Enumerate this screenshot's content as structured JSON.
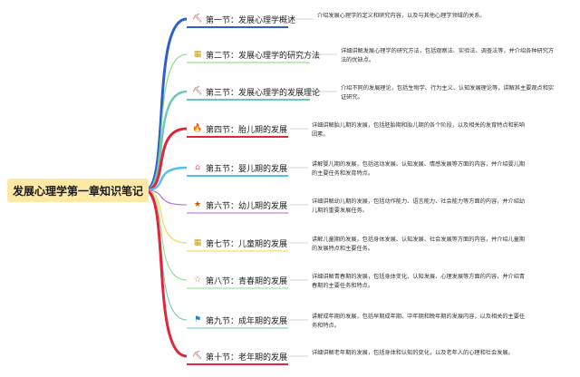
{
  "root": {
    "label": "发展心理学第一章知识笔记"
  },
  "sections": [
    {
      "label": "第一节：发展心理学概述",
      "icon": "pickaxe-icon",
      "glyph": "⛏",
      "glyph_color": "#c0392b",
      "branch_color": "#2f5fcf",
      "desc": "介绍发展心理学的定义和研究内容，以及与其他心理学领域的关系。"
    },
    {
      "label": "第二节：发展心理学的研究方法",
      "icon": "coins-icon",
      "glyph": "▦",
      "glyph_color": "#d4a017",
      "branch_color": "#7dd97d",
      "desc": "详细讲解发展心理学的研究方法，包括观察法、实验法、调查法等，并介绍各种研究方法的优缺点。"
    },
    {
      "label": "第三节：发展心理学的发展理论",
      "icon": "pickaxe-icon",
      "glyph": "⛏",
      "glyph_color": "#c0392b",
      "branch_color": "#6cc7b8",
      "desc": "介绍不同的发展理论，包括生物学、行为主义、认知发展理论等，讲解其主要观点和实证研究。"
    },
    {
      "label": "第四节：胎儿期的发展",
      "icon": "flame-icon",
      "glyph": "🔥",
      "glyph_color": "#e74c3c",
      "branch_color": "#e0263a",
      "desc": "详细讲解胎儿期的发展，包括胚胎期和胎儿期的各个阶段，以及相关的发育特点和影响因素。"
    },
    {
      "label": "第五节：婴儿期的发展",
      "icon": "home-icon",
      "glyph": "⌂",
      "glyph_color": "#e05a6a",
      "branch_color": "#4fc0f0",
      "desc": "讲解婴儿期的发展，包括运动发展、认知发展、情感发展等方面的内容，并介绍婴儿期的主要任务和发育特点。"
    },
    {
      "label": "第六节：幼儿期的发展",
      "icon": "star-icon",
      "glyph": "★",
      "glyph_color": "#d35400",
      "branch_color": "#b760d6",
      "desc": "详细讲解幼儿期的发展，包括动作能力、语言能力、社会能力等方面的内容，并介绍幼儿期的重要发展任务。"
    },
    {
      "label": "第七节：儿童期的发展",
      "icon": "coins-icon",
      "glyph": "▦",
      "glyph_color": "#d4a017",
      "branch_color": "#f2d44a",
      "desc": "讲解儿童期的发展，包括身体发展、认知发展、社会发展等方面的内容，并介绍儿童期的发展特点和主要任务。"
    },
    {
      "label": "第八节：青春期的发展",
      "icon": "star-outline-icon",
      "glyph": "☆",
      "glyph_color": "#e05a6a",
      "branch_color": "#8be08b",
      "desc": "详细讲解青春期的发展，包括身体变化、认知发展、心理发展等方面的内容，并介绍青春期的主要任务和特点。"
    },
    {
      "label": "第九节：成年期的发展",
      "icon": "flag-icon",
      "glyph": "⚑",
      "glyph_color": "#1f7fd1",
      "branch_color": "#6cc7b8",
      "desc": "讲解成年期的发展，包括早期成年期、中年期和晚年期的发展内容，以及相关的主要任务和特点。"
    },
    {
      "label": "第十节：老年期的发展",
      "icon": "pickaxe-icon",
      "glyph": "⛏",
      "glyph_color": "#c0392b",
      "branch_color": "#e0263a",
      "desc": "详细讲解老年期的发展，包括身体和认知的变化，以及老年人的心理和社会发展。"
    }
  ]
}
